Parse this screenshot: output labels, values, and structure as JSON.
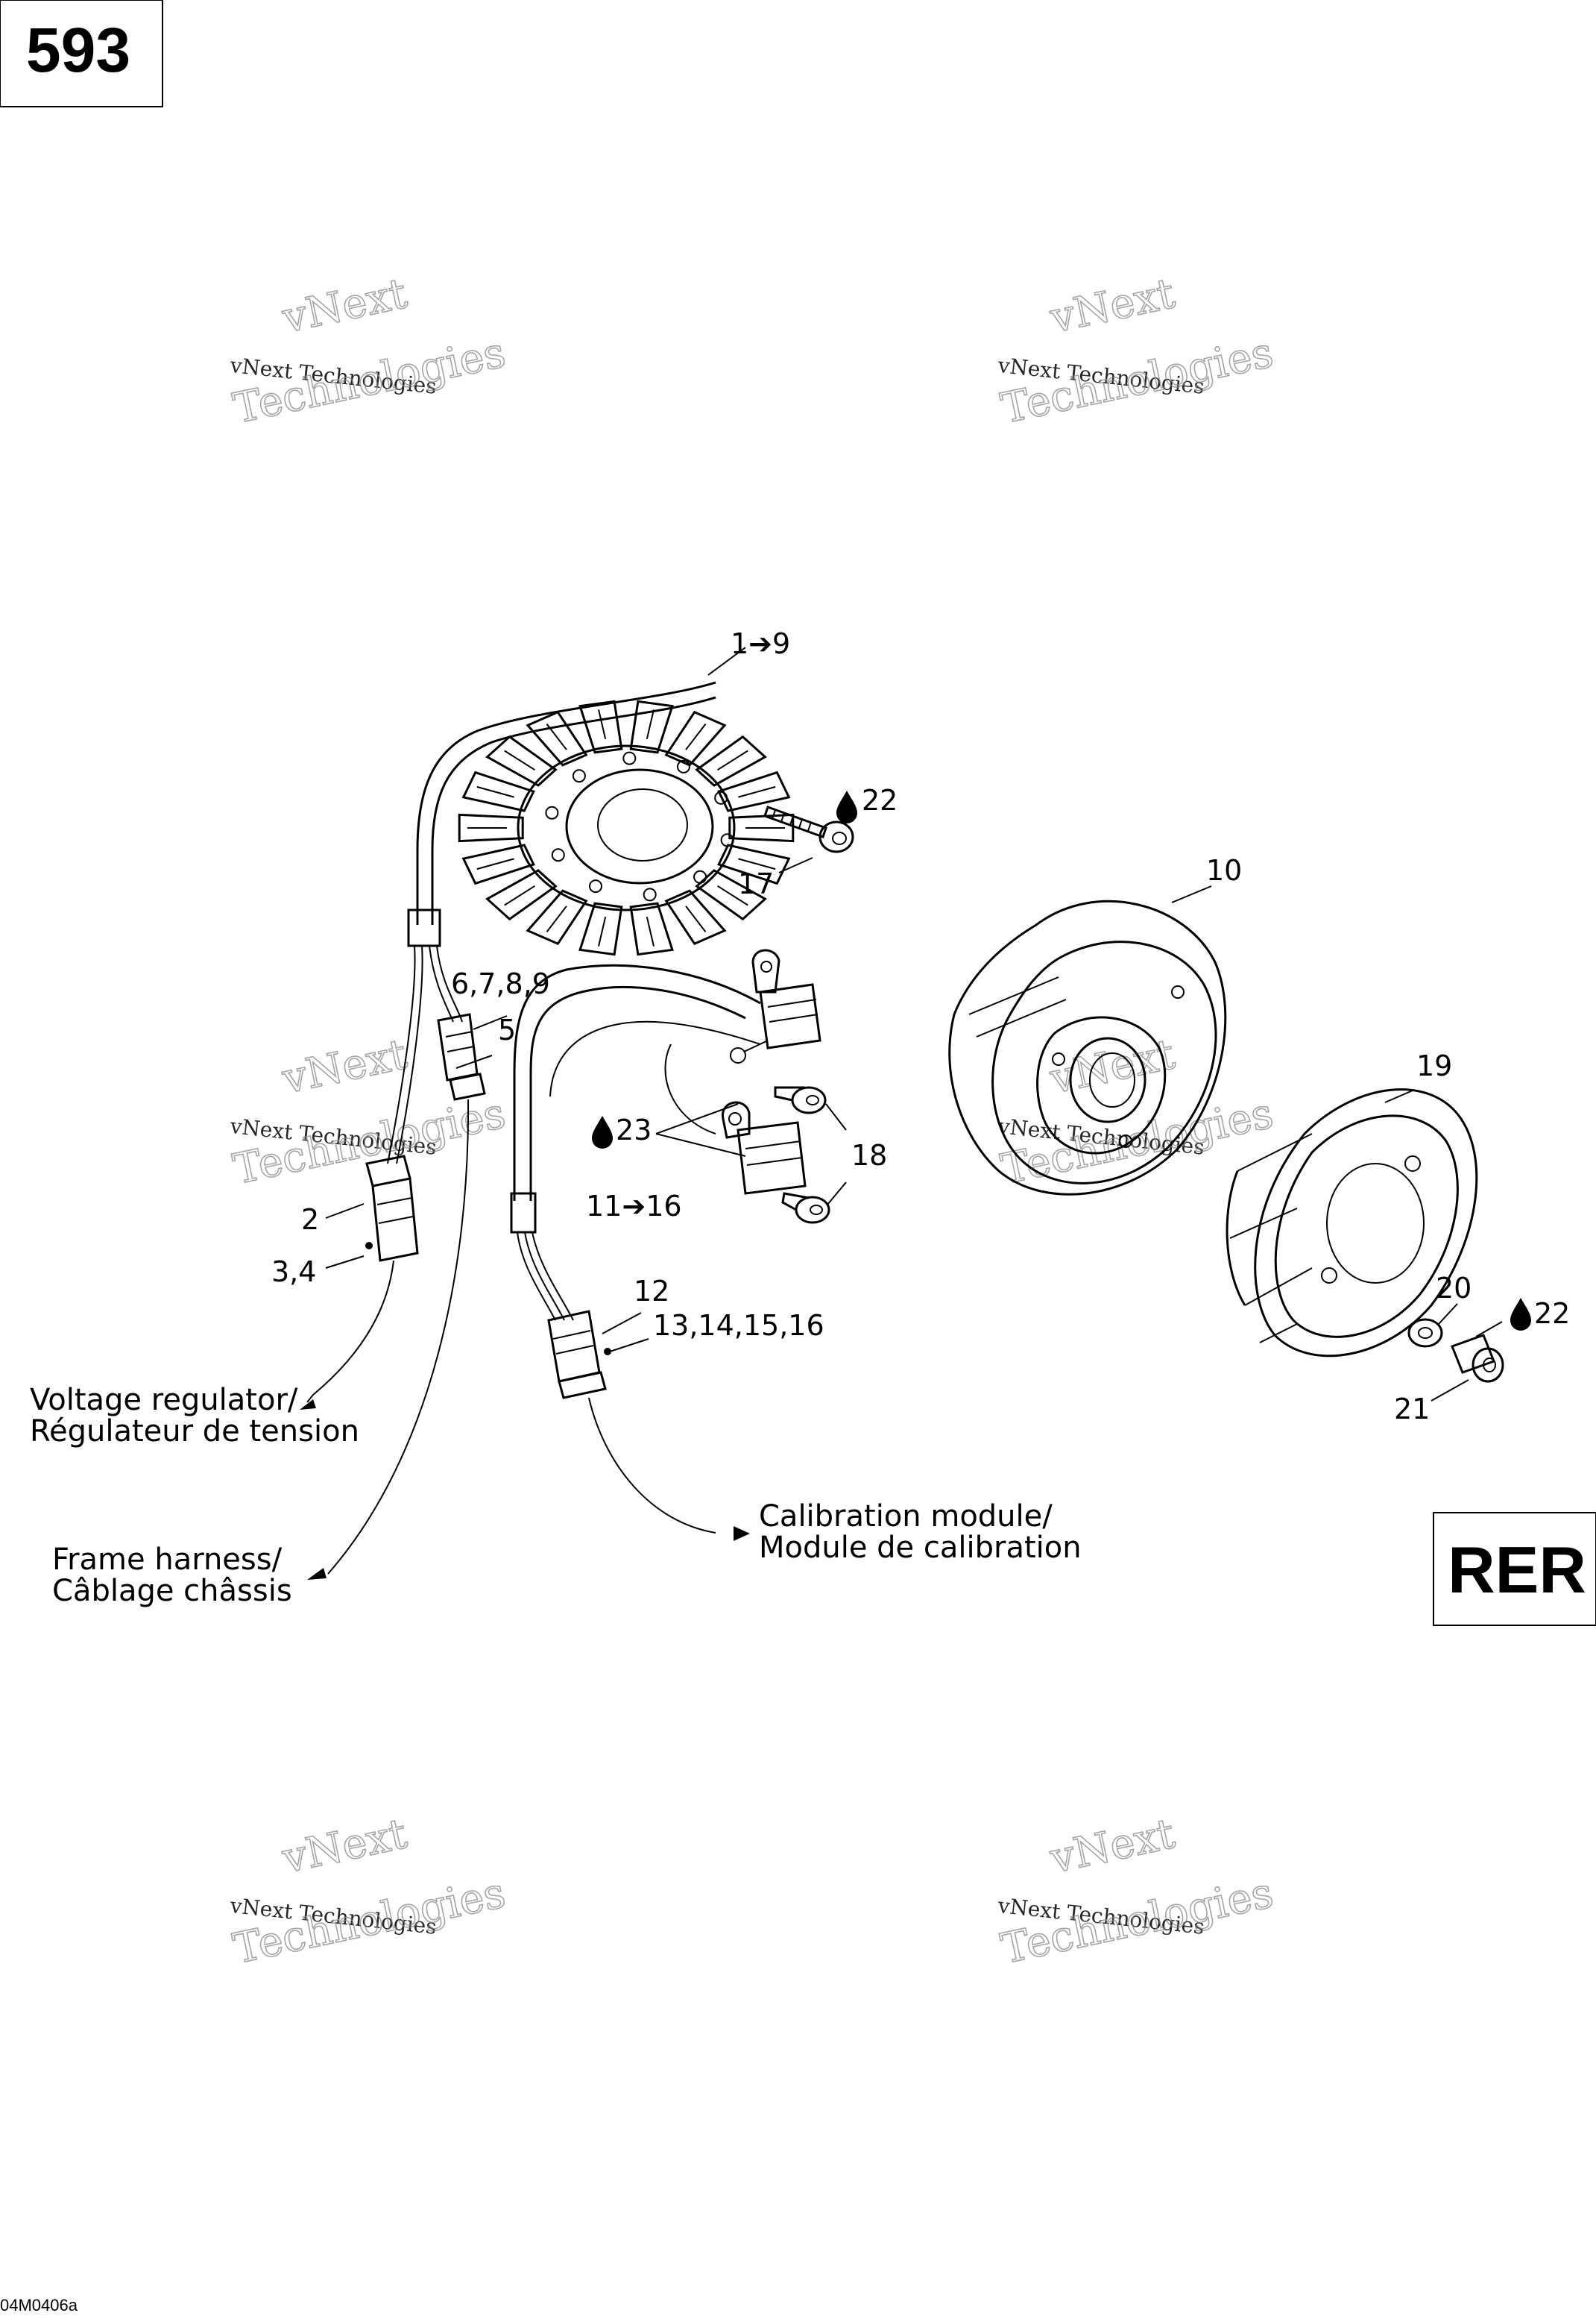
{
  "page_number": "593",
  "region_tag": "RER",
  "figure_code": "04M0406a",
  "watermark": {
    "line1": "vNext",
    "line2": "vNext Technologies",
    "line3": "Technologies"
  },
  "callouts": {
    "c1_9": "1➔9",
    "c22a": "22",
    "c17": "17",
    "c10": "10",
    "c6_9": "6,7,8,9",
    "c5": "5",
    "c19": "19",
    "c23": "23",
    "c18": "18",
    "c2": "2",
    "c11_16": "11➔16",
    "c3_4": "3,4",
    "c12": "12",
    "c13_16": "13,14,15,16",
    "c20": "20",
    "c22b": "22",
    "c21": "21"
  },
  "references": {
    "voltage_regulator_en": "Voltage regulator/",
    "voltage_regulator_fr": "Régulateur de tension",
    "frame_harness_en": "Frame harness/",
    "frame_harness_fr": "Câblage châssis",
    "calibration_en": "Calibration module/",
    "calibration_fr": "Module de calibration"
  }
}
